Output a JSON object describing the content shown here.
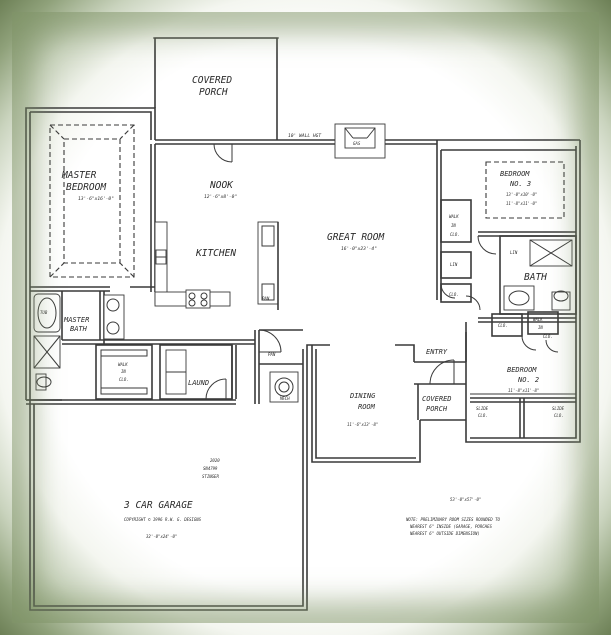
{
  "labels": {
    "covered_porch_top_1": "COVERED",
    "covered_porch_top_2": "PORCH",
    "wall_hgt": "10' WALL HGT",
    "gas": "GAS",
    "master_1": "MASTER",
    "master_2": "BEDROOM",
    "master_dim": "13'-6\"x16'-0\"",
    "nook": "NOOK",
    "nook_dim": "12'-6\"x8'-0\"",
    "kitchen": "KITCHEN",
    "pan_kitchen": "PAN",
    "great_room": "GREAT ROOM",
    "great_dim": "16'-0\"x23'-4\"",
    "walk_in_1": "WALK",
    "walk_in_2": "IN",
    "walk_in_3": "CLO.",
    "lin": "LIN",
    "clo_bed3": "CLO.",
    "bed3_1": "BEDROOM",
    "bed3_2": "NO. 3",
    "bed3_dim1": "13'-0\"x10'-0\"",
    "bed3_dim2": "11'-8\"x11'-0\"",
    "lin_bath": "LIN",
    "bath": "BATH",
    "clo_left": "CLO.",
    "walk_in_b2_1": "WALK",
    "walk_in_b2_2": "IN",
    "walk_in_b2_3": "CLO.",
    "tub": "TUB",
    "master_bath_1": "MASTER",
    "master_bath_2": "BATH",
    "mw_1": "WALK",
    "mw_2": "IN",
    "mw_3": "CLO.",
    "laund": "LAUND",
    "pan_laund": "PAN",
    "mech": "MECH",
    "entry": "ENTRY",
    "bed2_1": "BEDROOM",
    "bed2_2": "NO. 2",
    "bed2_dim": "11'-8\"x11'-8\"",
    "slide_clo_l1": "SLIDE",
    "slide_clo_l2": "CLO.",
    "slide_clo_r1": "SLIDE",
    "slide_clo_r2": "CLO.",
    "dining_1": "DINING",
    "dining_2": "ROOM",
    "dining_dim": "11'-6\"x13'-8\"",
    "cp_front_1": "COVERED",
    "cp_front_2": "PORCH",
    "garage": "3 CAR GARAGE",
    "garage_dim": "32'-0\"x24'-0\"",
    "copyright": "COPYRIGHT © 1996 R.W. G. DESIGNS",
    "plan_year": "2020",
    "plan_num": "SN4799",
    "plan_name": "STINGER",
    "overall": "53'-0\"x57'-0\"",
    "note_1": "NOTE: PRELIMINARY ROOM SIZES ROUNDED TO",
    "note_2": "NEAREST 6\" INSIDE (GARAGE, PORCHES",
    "note_3": "NEAREST 6\" OUTSIDE DIMENSION)"
  },
  "colors": {
    "frame_outer": "#6d8056",
    "frame_inner": "#c9d3bd",
    "paper": "#ffffff",
    "ink": "#3a3a3a"
  }
}
